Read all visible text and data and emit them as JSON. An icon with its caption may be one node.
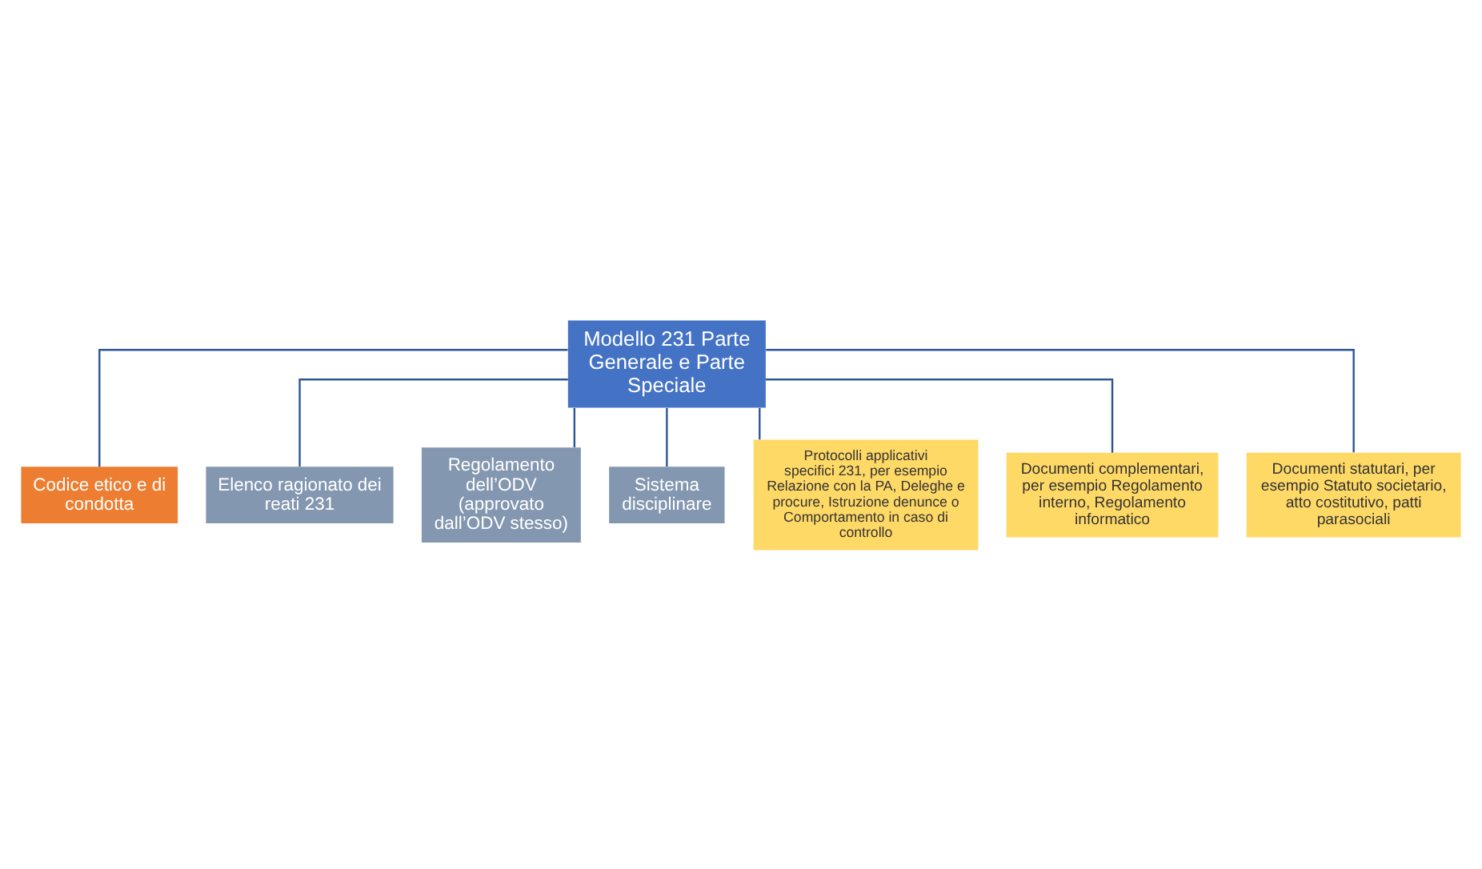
{
  "diagram": {
    "nodes": [
      {
        "text": [
          "Modello 231 Parte Generale e Parte Speciale"
        ]
      },
      {
        "text": [
          "Codice etico e di condotta"
        ]
      },
      {
        "text": [
          "Elenco ragionato dei reati 231"
        ]
      },
      {
        "text": [
          "Regolamento dell’ODV (approvato dall’ODV stesso)"
        ]
      },
      {
        "text": [
          "Sistema disciplinare"
        ]
      },
      {
        "text": [
          "Protocolli applicativi specifici 231, per esempio Relazione con la PA, Deleghe e procure, Istruzione denunce o Comportamento in caso di controllo"
        ]
      },
      {
        "text": [
          "Documenti complementari, per esempio Regolamento interno, Regolamento informatico"
        ]
      },
      {
        "text": [
          "Documenti statutari, per esempio Statuto societario, atto costitutivo, patti parasociali"
        ]
      }
    ],
    "edges": [
      {
        "from": 0,
        "to": 1,
        "arrow": "none"
      },
      {
        "from": 0,
        "to": 2,
        "arrow": "none"
      },
      {
        "from": 0,
        "to": 3,
        "arrow": "none"
      },
      {
        "from": 0,
        "to": 4,
        "arrow": "none"
      },
      {
        "from": 0,
        "to": 5,
        "arrow": "none"
      },
      {
        "from": 0,
        "to": 6,
        "arrow": "none"
      },
      {
        "from": 0,
        "to": 7,
        "arrow": "none"
      }
    ]
  }
}
